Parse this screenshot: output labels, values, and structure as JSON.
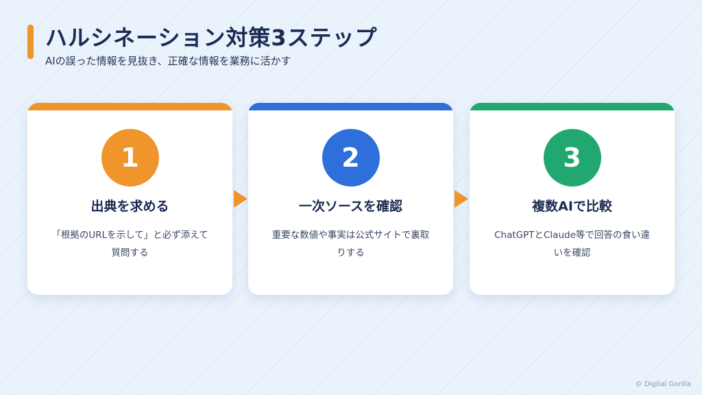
{
  "header": {
    "title": "ハルシネーション対策3ステップ",
    "subtitle": "AIの誤った情報を見抜き、正確な情報を業務に活かす"
  },
  "steps": [
    {
      "number": "1",
      "title": "出典を求める",
      "description": "「根拠のURLを示して」と必ず添えて質問する",
      "color": "#f0952b"
    },
    {
      "number": "2",
      "title": "一次ソースを確認",
      "description": "重要な数値や事実は公式サイトで裏取りする",
      "color": "#2f6fdc"
    },
    {
      "number": "3",
      "title": "複数AIで比較",
      "description": "ChatGPTとClaude等で回答の食い違いを確認",
      "color": "#22a86f"
    }
  ],
  "arrow_color": "#f0952b",
  "footer": {
    "copyright": "© Digital Gorilla"
  }
}
